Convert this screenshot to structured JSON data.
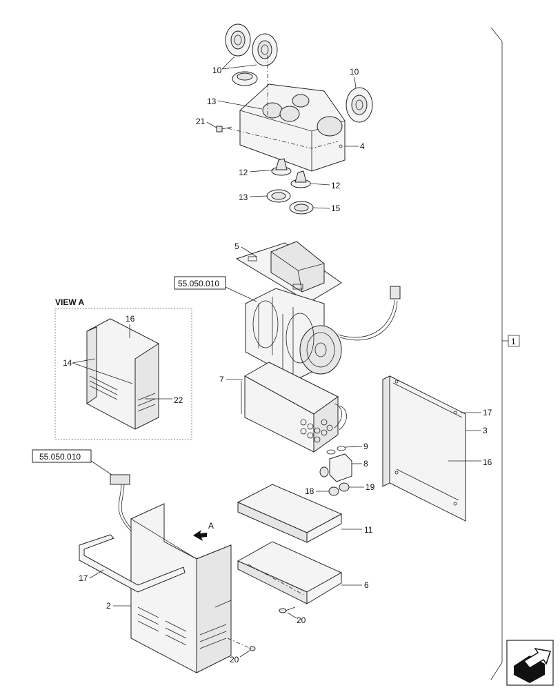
{
  "callouts": {
    "c10a": "10",
    "c10b": "10",
    "c13a": "13",
    "c21": "21",
    "c4": "4",
    "c12a": "12",
    "c12b": "12",
    "c13b": "13",
    "c15": "15",
    "c5": "5",
    "c7": "7",
    "c9": "9",
    "c8": "8",
    "c18": "18",
    "c19": "19",
    "c11": "11",
    "c6": "6",
    "c20a": "20",
    "c20b": "20",
    "c17a": "17",
    "c2": "2",
    "c3": "3",
    "c16a": "16",
    "c17b": "17",
    "c16b": "16",
    "c14": "14",
    "c22": "22",
    "c1": "1"
  },
  "references": {
    "ref_top": "55.050.010",
    "ref_bottom": "55.050.010"
  },
  "view_a": {
    "title": "VIEW A",
    "arrow_label": "A"
  },
  "nav": {
    "icon": "next-page-arrow-icon"
  }
}
